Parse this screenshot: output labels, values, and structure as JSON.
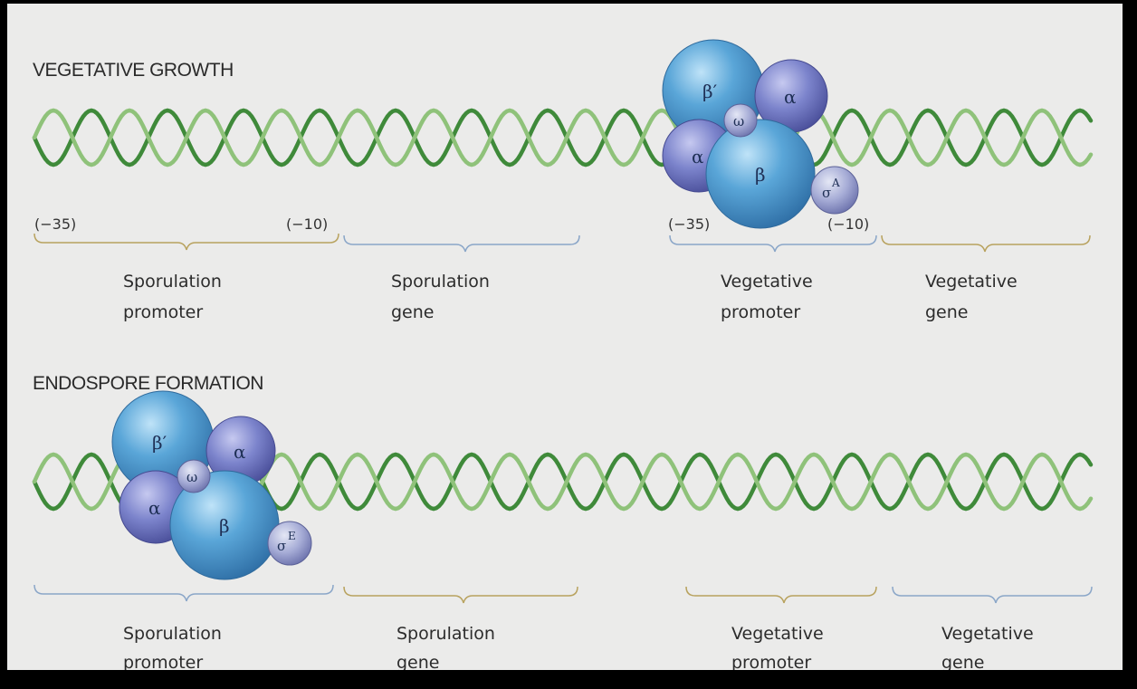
{
  "panels": {
    "vegetative": {
      "title": "VEGETATIVE GROWTH",
      "positions": [
        "(−35)",
        "(−10)",
        "(−35)",
        "(−10)"
      ],
      "regions": [
        {
          "line1": "Sporulation",
          "line2": "promoter"
        },
        {
          "line1": "Sporulation",
          "line2": "gene"
        },
        {
          "line1": "Vegetative",
          "line2": "promoter"
        },
        {
          "line1": "Vegetative",
          "line2": "gene"
        }
      ],
      "polymerase": {
        "beta_prime": "β′",
        "alpha_top": "α",
        "omega": "ω",
        "alpha_left": "α",
        "beta": "β",
        "sigma": "σ",
        "sigma_sup": "A"
      }
    },
    "endospore": {
      "title": "ENDOSPORE FORMATION",
      "regions": [
        {
          "line1": "Sporulation",
          "line2": "promoter"
        },
        {
          "line1": "Sporulation",
          "line2": "gene"
        },
        {
          "line1": "Vegetative",
          "line2": "promoter"
        },
        {
          "line1": "Vegetative",
          "line2": "gene"
        }
      ],
      "polymerase": {
        "beta_prime": "β′",
        "alpha_top": "α",
        "omega": "ω",
        "alpha_left": "α",
        "beta": "β",
        "sigma": "σ",
        "sigma_sup": "E"
      }
    }
  },
  "colors": {
    "background": "#ebebea",
    "dna_dark": "#3f8a3a",
    "dna_light": "#8fc27a",
    "rnap_blue": "#4f97cf",
    "rnap_purple": "#7079c2",
    "promoter_brace": "#b8a25e",
    "gene_brace": "#8aa6c8"
  }
}
